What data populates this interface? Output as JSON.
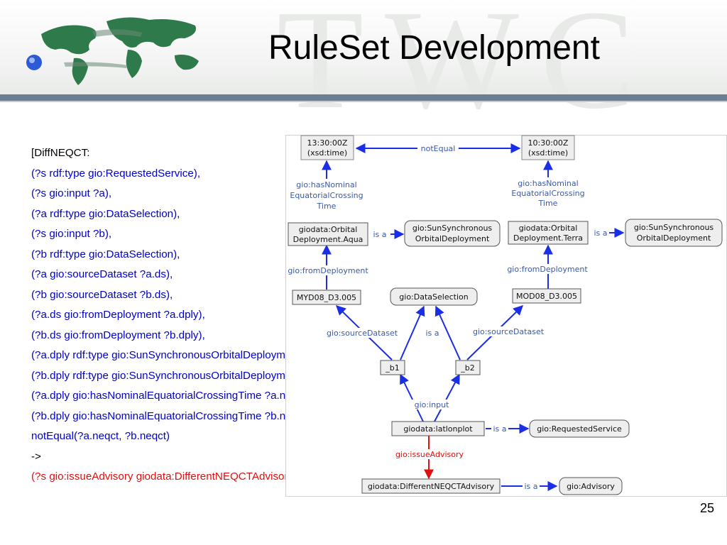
{
  "slide": {
    "title": "RuleSet Development",
    "page_number": "25",
    "watermark": "TWC"
  },
  "rule": {
    "name": "[DiffNEQCT:",
    "conditions": [
      "(?s rdf:type gio:RequestedService),",
      "(?s gio:input ?a),",
      "(?a rdf:type gio:DataSelection),",
      "(?s gio:input ?b),",
      "(?b rdf:type gio:DataSelection),",
      "(?a gio:sourceDataset ?a.ds),",
      "(?b gio:sourceDataset ?b.ds),",
      "(?a.ds gio:fromDeployment ?a.dply),",
      "(?b.ds gio:fromDeployment ?b.dply),",
      "(?a.dply rdf:type gio:SunSynchronousOrbitalDeployment),",
      "(?b.dply rdf:type gio:SunSynchronousOrbitalDeployment),",
      "(?a.dply gio:hasNominalEquatorialCrossingTime ?a.neqct),",
      "(?b.dply gio:hasNominalEquatorialCrossingTime ?b.neqct),",
      "notEqual(?a.neqct, ?b.neqct)"
    ],
    "arrow": "->",
    "conclusion": "(?s gio:issueAdvisory giodata:DifferentNEQCTAdvisory)",
    "closing_bracket": "]"
  },
  "diagram": {
    "nodes": {
      "time_a": [
        "13:30:00Z",
        "(xsd:time)"
      ],
      "time_b": [
        "10:30:00Z",
        "(xsd:time)"
      ],
      "aqua": [
        "giodata:Orbital",
        "Deployment.Aqua"
      ],
      "terra": [
        "giodata:Orbital",
        "Deployment.Terra"
      ],
      "sunsync_a": [
        "gio:SunSynchronous",
        "OrbitalDeployment"
      ],
      "sunsync_b": [
        "gio:SunSynchronous",
        "OrbitalDeployment"
      ],
      "myd": "MYD08_D3.005",
      "mod": "MOD08_D3.005",
      "data_selection": "gio:DataSelection",
      "b1": "_b1",
      "b2": "_b2",
      "latlonplot": "giodata:latlonplot",
      "requested_service": "gio:RequestedService",
      "advisory_instance": "giodata:DifferentNEQCTAdvisory",
      "advisory": "gio:Advisory"
    },
    "edges": {
      "not_equal": "notEqual",
      "has_neqct": [
        "gio:hasNominal",
        "EquatorialCrossing",
        "Time"
      ],
      "is_a": "is a",
      "from_deployment": "gio:fromDeployment",
      "source_dataset": "gio:sourceDataset",
      "input": "gio:input",
      "issue_advisory": "gio:issueAdvisory"
    },
    "colors": {
      "edge": "#1a2ee6",
      "highlight": "#e01010",
      "label": "#3a5aa8",
      "node_border": "#555555",
      "node_fill": "#eeeeee"
    }
  }
}
